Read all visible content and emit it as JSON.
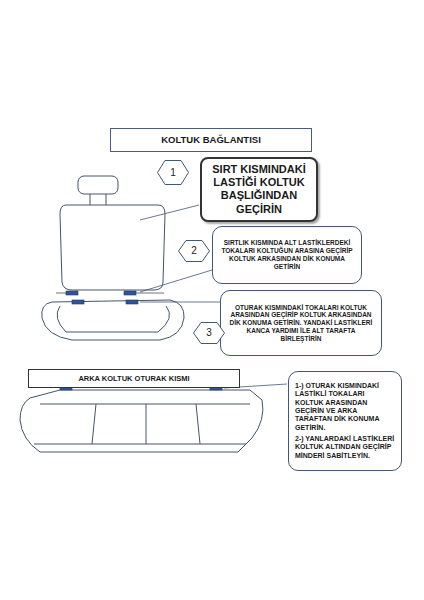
{
  "diagram": {
    "nodes": [
      {
        "text": [
          "KOLTUK BAĞLANTISI"
        ]
      },
      {
        "text": [
          "1"
        ]
      },
      {
        "text": [
          "SIRT KISMINDAKİ LASTİĞİ KOLTUK BAŞLIĞINDAN GEÇİRİN"
        ]
      },
      {
        "text": [
          "2"
        ]
      },
      {
        "text": [
          "SIRTLIK KISMINDA ALT LASTİKLERDEKİ TOKALARI KOLTUĞUN ARASINA GEÇİRİP KOLTUK ARKASINDAN DİK KONUMA GETİRİN"
        ]
      },
      {
        "text": [
          "OTURAK KISMINDAKİ TOKALARI KOLTUK ARASINDAN GEÇİRİP KOLTUK ARKASINDAN DİK KONUMA GETİRİN. YANDAKİ LASTİKLERİ KANCA YARDIMI İLE ALT TARAFTA BİRLEŞTİRİN"
        ]
      },
      {
        "text": [
          "3"
        ]
      },
      {
        "text": [
          "ARKA KOLTUK OTURAK KISMI"
        ]
      },
      {
        "text": [
          "1-) OTURAK KISMINDAKİ LASTİKLİ TOKALARI KOLTUK ARASINDAN GEÇİRİN VE ARKA TARAFTAN DİK KONUMA GETİRİN.",
          "2-) YANLARDAKİ LASTİKLERİ KOLTUK ALTINDAN GEÇİRİP MİNDERİ SABİTLEYİN."
        ]
      }
    ]
  }
}
